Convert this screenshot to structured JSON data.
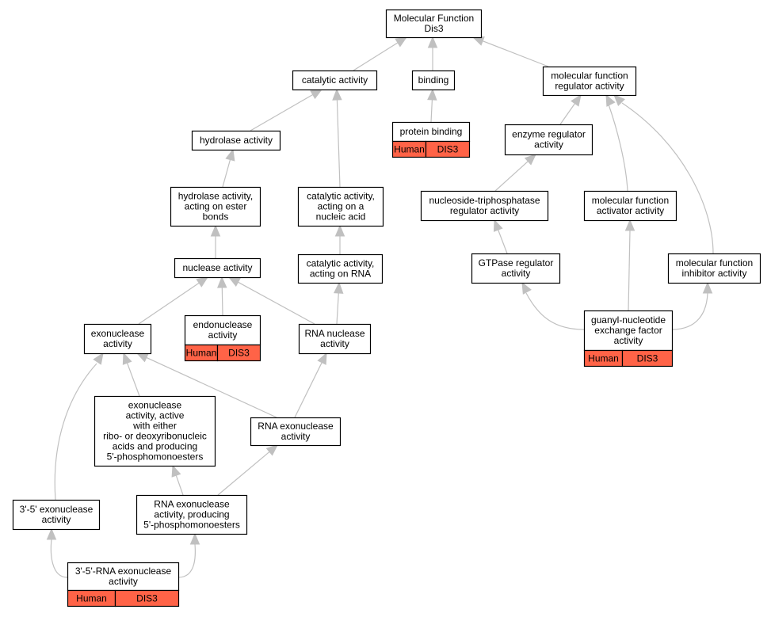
{
  "diagram": {
    "colors": {
      "edge": "#c0c0c0",
      "annotation_fill": "#ff6347",
      "node_border": "#000000",
      "node_fill": "#ffffff"
    },
    "nodes": [
      {
        "id": "mf_dis3",
        "lines": [
          "Molecular Function",
          "Dis3"
        ]
      },
      {
        "id": "catalytic",
        "lines": [
          "catalytic activity"
        ]
      },
      {
        "id": "binding",
        "lines": [
          "binding"
        ]
      },
      {
        "id": "mf_regulator",
        "lines": [
          "molecular function",
          "regulator activity"
        ]
      },
      {
        "id": "protein_binding",
        "lines": [
          "protein binding"
        ],
        "annotation": [
          "Human",
          "DIS3"
        ]
      },
      {
        "id": "hydrolase",
        "lines": [
          "hydrolase activity"
        ]
      },
      {
        "id": "enzyme_regulator",
        "lines": [
          "enzyme regulator",
          "activity"
        ]
      },
      {
        "id": "hydrolase_ester",
        "lines": [
          "hydrolase activity,",
          "acting on ester",
          "bonds"
        ]
      },
      {
        "id": "cat_nucleic",
        "lines": [
          "catalytic activity,",
          "acting on a",
          "nucleic acid"
        ]
      },
      {
        "id": "ntpase_regulator",
        "lines": [
          "nucleoside-triphosphatase",
          "regulator activity"
        ]
      },
      {
        "id": "mf_activator",
        "lines": [
          "molecular function",
          "activator activity"
        ]
      },
      {
        "id": "nuclease",
        "lines": [
          "nuclease activity"
        ]
      },
      {
        "id": "cat_rna",
        "lines": [
          "catalytic activity,",
          "acting on RNA"
        ]
      },
      {
        "id": "gtpase_regulator",
        "lines": [
          "GTPase regulator",
          "activity"
        ]
      },
      {
        "id": "mf_inhibitor",
        "lines": [
          "molecular function",
          "inhibitor activity"
        ]
      },
      {
        "id": "exonuclease",
        "lines": [
          "exonuclease",
          "activity"
        ]
      },
      {
        "id": "endonuclease",
        "lines": [
          "endonuclease",
          "activity"
        ],
        "annotation": [
          "Human",
          "DIS3"
        ]
      },
      {
        "id": "rna_nuclease",
        "lines": [
          "RNA nuclease",
          "activity"
        ]
      },
      {
        "id": "gef",
        "lines": [
          "guanyl-nucleotide",
          "exchange factor",
          "activity"
        ],
        "annotation": [
          "Human",
          "DIS3"
        ]
      },
      {
        "id": "exo_active",
        "lines": [
          "exonuclease",
          "activity, active",
          "with either",
          "ribo- or deoxyribonucleic",
          "acids and producing",
          "5'-phosphomonoesters"
        ]
      },
      {
        "id": "rna_exo",
        "lines": [
          "RNA exonuclease",
          "activity"
        ]
      },
      {
        "id": "exo35",
        "lines": [
          "3'-5' exonuclease",
          "activity"
        ]
      },
      {
        "id": "rna_exo_5p",
        "lines": [
          "RNA exonuclease",
          "activity, producing",
          "5'-phosphomonoesters"
        ]
      },
      {
        "id": "rna_exo35",
        "lines": [
          "3'-5'-RNA exonuclease",
          "activity"
        ],
        "annotation": [
          "Human",
          "DIS3"
        ]
      }
    ],
    "edges": [
      {
        "from": "catalytic",
        "to": "mf_dis3"
      },
      {
        "from": "binding",
        "to": "mf_dis3"
      },
      {
        "from": "mf_regulator",
        "to": "mf_dis3"
      },
      {
        "from": "protein_binding",
        "to": "binding"
      },
      {
        "from": "hydrolase",
        "to": "catalytic"
      },
      {
        "from": "cat_nucleic",
        "to": "catalytic"
      },
      {
        "from": "enzyme_regulator",
        "to": "mf_regulator"
      },
      {
        "from": "mf_activator",
        "to": "mf_regulator"
      },
      {
        "from": "mf_inhibitor",
        "to": "mf_regulator"
      },
      {
        "from": "hydrolase_ester",
        "to": "hydrolase"
      },
      {
        "from": "cat_rna",
        "to": "cat_nucleic"
      },
      {
        "from": "ntpase_regulator",
        "to": "enzyme_regulator"
      },
      {
        "from": "gtpase_regulator",
        "to": "ntpase_regulator"
      },
      {
        "from": "nuclease",
        "to": "hydrolase_ester"
      },
      {
        "from": "exonuclease",
        "to": "nuclease"
      },
      {
        "from": "endonuclease",
        "to": "nuclease"
      },
      {
        "from": "rna_nuclease",
        "to": "nuclease"
      },
      {
        "from": "rna_nuclease",
        "to": "cat_rna"
      },
      {
        "from": "gef",
        "to": "gtpase_regulator"
      },
      {
        "from": "gef",
        "to": "mf_activator"
      },
      {
        "from": "gef",
        "to": "mf_inhibitor"
      },
      {
        "from": "exo_active",
        "to": "exonuclease"
      },
      {
        "from": "rna_exo",
        "to": "exonuclease"
      },
      {
        "from": "exo35",
        "to": "exonuclease"
      },
      {
        "from": "rna_exo",
        "to": "rna_nuclease"
      },
      {
        "from": "rna_exo_5p",
        "to": "exo_active"
      },
      {
        "from": "rna_exo_5p",
        "to": "rna_exo"
      },
      {
        "from": "rna_exo35",
        "to": "exo35"
      },
      {
        "from": "rna_exo35",
        "to": "rna_exo_5p"
      }
    ]
  }
}
